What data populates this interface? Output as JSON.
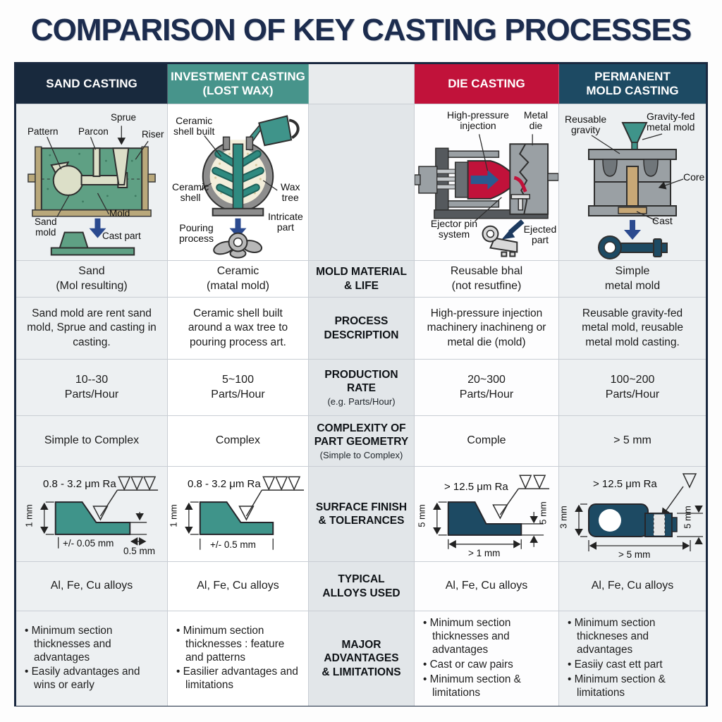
{
  "title": "COMPARISON OF KEY CASTING PROCESSES",
  "headers": {
    "sand": "SAND CASTING",
    "investment": "INVESTMENT CASTING\n(LOST WAX)",
    "die": "DIE CASTING",
    "permanent": "PERMANENT\nMOLD CASTING"
  },
  "colors": {
    "sand_header": "#18293d",
    "investment_header": "#47948b",
    "die_header": "#c1123a",
    "permanent_header": "#1d4a63",
    "teal_shape": "#3f948a",
    "navy_shape": "#1d4a63",
    "sand_green": "#5fa084",
    "arrow_blue": "#2b4a8f"
  },
  "row_labels": {
    "mold_material": "MOLD MATERIAL\n& LIFE",
    "process": "PROCESS\nDESCRIPTION",
    "production": "PRODUCTION\nRATE",
    "production_sub": "(e.g. Parts/Hour)",
    "complexity": "COMPLEXITY OF\nPART GEOMETRY",
    "complexity_sub": "(Simple to Complex)",
    "surface": "SURFACE FINISH\n& TOLERANCES",
    "alloys": "TYPICAL\nALLOYS USED",
    "advantages": "MAJOR\nADVANTAGES\n& LIMITATIONS"
  },
  "rows": {
    "mold_material": {
      "sand": "Sand\n(Mol resulting)",
      "investment": "Ceramic\n(matal mold)",
      "die": "Reusable bhal\n(not resutfine)",
      "permanent": "Simple\nmetal mold"
    },
    "process": {
      "sand": "Sand mold are rent sand mold, Sprue and casting in casting.",
      "investment": "Ceramic shell built around a wax tree to pouring process art.",
      "die": "High-pressure injection machinery inachineng or metal die (mold)",
      "permanent": "Reusable gravity-fed metal mold, reusable metal mold casting."
    },
    "production": {
      "sand": "10--30\nParts/Hour",
      "investment": "5~100\nParts/Hour",
      "die": "20~300\nParts/Hour",
      "permanent": "100~200\nParts/Hour"
    },
    "complexity": {
      "sand": "Simple to Complex",
      "investment": "Complex",
      "die": "Comple",
      "permanent": "> 5 mm"
    },
    "alloys": {
      "sand": "Al, Fe, Cu alloys",
      "investment": "Al, Fe, Cu alloys",
      "die": "Al, Fe, Cu alloys",
      "permanent": "Al, Fe, Cu alloys"
    },
    "advantages": {
      "sand": [
        "Minimum section thicknesses and advantages",
        "Easily advantages and wins or early"
      ],
      "investment": [
        "Minimum section thicknesses : feature and patterns",
        "Easilier advantages and limitations"
      ],
      "die": [
        "Minimum section thicknesses and advantages",
        "Cast or caw pairs",
        "Minimum section & limitations"
      ],
      "permanent": [
        "Minimum section thickneses and advantages",
        "Easiiy cast ett part",
        "Minimum section & limitations"
      ]
    }
  },
  "diagrams": {
    "sand": {
      "pattern": "Pattern",
      "parcon": "Parcon",
      "sprue": "Sprue",
      "riser": "Riser",
      "sand_mold": "Sand\nmold",
      "mold": "Mold",
      "cast_part": "Cast part"
    },
    "investment": {
      "shell_built": "Ceramic\nshell built",
      "ceramic_shell": "Ceramic\nshell",
      "wax_tree": "Wax\ntree",
      "pouring": "Pouring\nprocess",
      "intricate": "Intricate\npart"
    },
    "die": {
      "injection": "High-pressure\ninjection",
      "metal_die": "Metal\ndie",
      "ejector": "Ejector pin\nsystem",
      "ejected": "Ejected\npart"
    },
    "permanent": {
      "reusable": "Reusable\ngravity",
      "gravity_fed": "Gravity-fed\nmetal mold",
      "core": "Core",
      "cast": "Cast"
    }
  },
  "surface": {
    "sand": {
      "ra": "0.8 - 3.2 μm Ra",
      "height": "1 mm",
      "tolerance": "+/- 0.05 mm",
      "step": "0.5 mm"
    },
    "investment": {
      "ra": "0.8 - 3.2 μm Ra",
      "height": "1 mm",
      "tolerance": "+/- 0.5 mm"
    },
    "die": {
      "ra": "> 12.5 μm Ra",
      "height": "5 mm",
      "right": "5 mm",
      "width": "> 1 mm"
    },
    "permanent": {
      "ra": "> 12.5 μm Ra",
      "height": "3 mm",
      "right": "5 mm",
      "width": "> 5 mm"
    }
  }
}
